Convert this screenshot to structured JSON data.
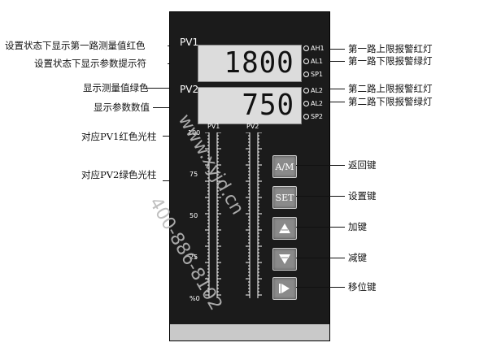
{
  "panel": {
    "pv1_label": "PV1",
    "pv2_label": "PV2",
    "pv1_value": "1800",
    "pv2_value": "750",
    "bar1_label": "PV1",
    "bar2_label": "PV2"
  },
  "indicators": {
    "ah1": "AH1",
    "al1": "AL1",
    "sp1": "SP1",
    "al2a": "AL2",
    "al2b": "AL2",
    "sp2": "SP2"
  },
  "scale": [
    "100",
    "75",
    "50",
    "25",
    "%0"
  ],
  "buttons": {
    "am": "A/M",
    "set": "SET"
  },
  "annotations_left": {
    "a1": "设置状态下显示第一路测量值红色",
    "a2": "设置状态下显示参数提示符",
    "a3": "显示测量值绿色",
    "a4": "显示参数数值",
    "a5": "对应PV1红色光柱",
    "a6": "对应PV2绿色光柱"
  },
  "annotations_right": {
    "r1": "第一路上限报警红灯",
    "r2": "第一路下限报警绿灯",
    "r3": "第二路上限报警红灯",
    "r4": "第二路下限报警绿灯",
    "r5": "返回键",
    "r6": "设置键",
    "r7": "加键",
    "r8": "减键",
    "r9": "移位键"
  },
  "watermark": {
    "site": "www.xyjd.cn",
    "phone": "400-886-8102"
  },
  "colors": {
    "panel": "#1b1b1b",
    "display_bg": "#dcdcdc",
    "button": "#8a8a8a"
  }
}
